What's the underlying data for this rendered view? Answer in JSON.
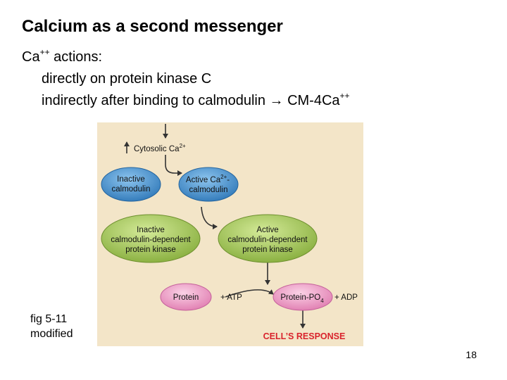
{
  "slide": {
    "title": "Calcium as a second messenger",
    "line1": "Ca",
    "line1_sup": "++",
    "line1_rest": " actions:",
    "line2": "directly on protein kinase C",
    "line3": "indirectly after binding to calmodulin ",
    "line3_arrow": "→",
    "line3_tail": " CM-4Ca",
    "line3_sup": "++",
    "caption_line1": "fig 5-11",
    "caption_line2": "modified",
    "page_number": "18"
  },
  "figure": {
    "cytosolic": "Cytosolic Ca",
    "cytosolic_sup": "2+",
    "inactive_calmodulin": [
      "Inactive",
      "calmodulin"
    ],
    "active_calmodulin_1": "Active Ca",
    "active_calmodulin_sup": "2+",
    "active_calmodulin_dash": "-",
    "active_calmodulin_2": "calmodulin",
    "inactive_kinase": [
      "Inactive",
      "calmodulin-dependent",
      "protein kinase"
    ],
    "active_kinase": [
      "Active",
      "calmodulin-dependent",
      "protein kinase"
    ],
    "protein": "Protein",
    "plus_atp": "+ ATP",
    "protein_po4": "Protein-PO",
    "protein_po4_sub": "4",
    "plus_adp": "+ ADP",
    "response": "CELL’S RESPONSE",
    "colors": {
      "background": "#f3e5c8",
      "blue": "#4b96cf",
      "green": "#a8cc62",
      "pink": "#f0a2c8",
      "response_red": "#d9232c"
    }
  }
}
